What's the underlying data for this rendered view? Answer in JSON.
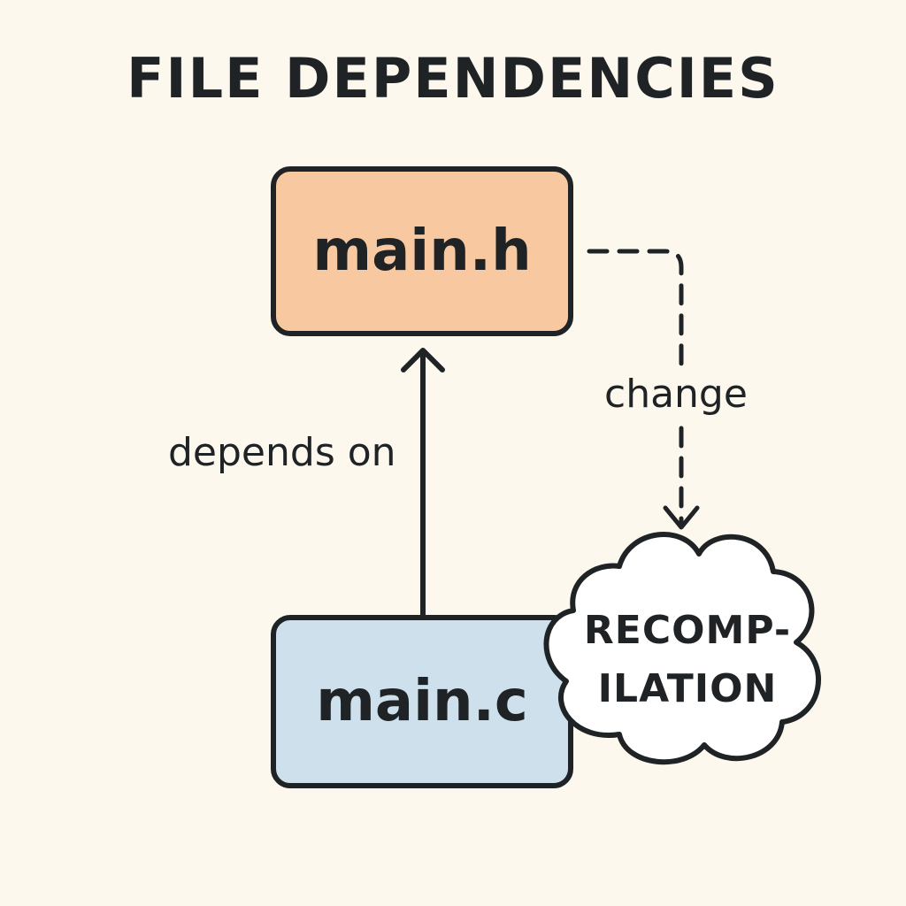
{
  "title": "FILE DEPENDENCIES",
  "nodes": {
    "header_file": {
      "label": "main.h",
      "fill": "#f8c9a0"
    },
    "source_file": {
      "label": "main.c",
      "fill": "#cde0ec"
    },
    "cloud": {
      "line1": "RECOMP-",
      "line2": "ILATION",
      "fill": "#ffffff"
    }
  },
  "edges": {
    "depends_on": {
      "label": "depends on"
    },
    "change": {
      "label": "change"
    }
  },
  "colors": {
    "background": "#fcf8ee",
    "stroke": "#1f2326"
  }
}
